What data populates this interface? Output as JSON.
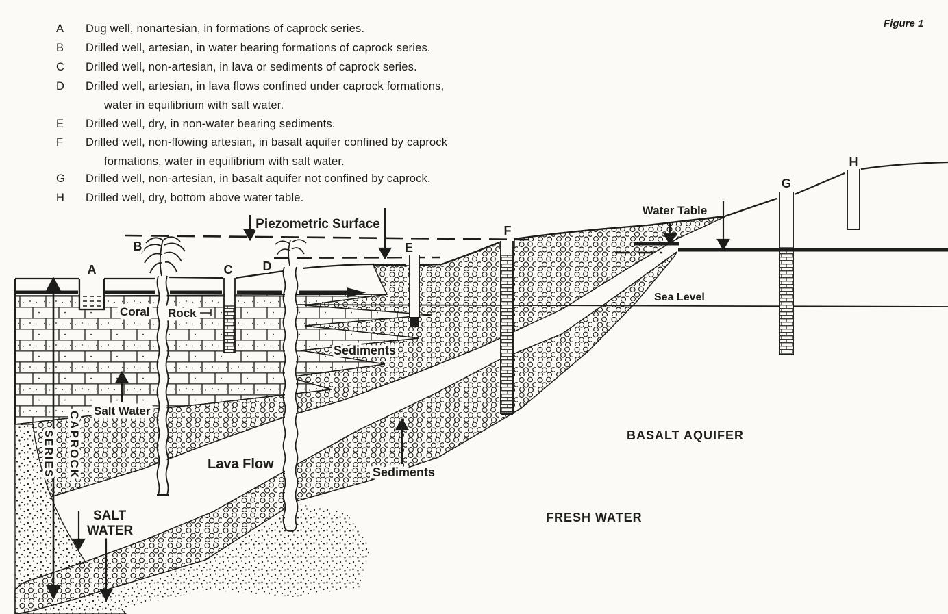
{
  "figure_label": "Figure 1",
  "legend": {
    "items": [
      {
        "letter": "A",
        "line1": "Dug well, nonartesian, in formations of caprock series.",
        "line2": ""
      },
      {
        "letter": "B",
        "line1": "Drilled well, artesian, in water bearing formations of caprock series.",
        "line2": ""
      },
      {
        "letter": "C",
        "line1": "Drilled well, non-artesian, in lava or sediments of caprock series.",
        "line2": ""
      },
      {
        "letter": "D",
        "line1": "Drilled well, artesian, in lava flows confined under caprock formations,",
        "line2": "water in equilibrium with salt water."
      },
      {
        "letter": "E",
        "line1": "Drilled well, dry, in non-water bearing sediments.",
        "line2": ""
      },
      {
        "letter": "F",
        "line1": "Drilled well, non-flowing artesian, in basalt aquifer confined by caprock",
        "line2": "formations, water in equilibrium with salt water."
      },
      {
        "letter": "G",
        "line1": "Drilled well, non-artesian, in basalt aquifer not confined by caprock.",
        "line2": ""
      },
      {
        "letter": "H",
        "line1": "Drilled well, dry, bottom above water table.",
        "line2": ""
      }
    ]
  },
  "diagram": {
    "piezometric_surface": "Piezometric Surface",
    "water_table": "Water Table",
    "sea_level": "Sea Level",
    "coral": "Coral",
    "rock": "Rock",
    "salt_water_upper": "Salt Water",
    "salt_lower_line1": "SALT",
    "salt_lower_line2": "WATER",
    "caprock": "CAPROCK",
    "series": "SERIES",
    "lava_flow": "Lava Flow",
    "sediments_upper": "Sediments",
    "sediments_lower": "Sediments",
    "basalt_aquifer": "BASALT AQUIFER",
    "fresh_water": "FRESH WATER",
    "wells": {
      "a": "A",
      "b": "B",
      "c": "C",
      "d": "D",
      "e": "E",
      "f": "F",
      "g": "G",
      "h": "H"
    }
  },
  "colors": {
    "ink": "#1d1d1b",
    "paper": "#fbfaf6"
  }
}
